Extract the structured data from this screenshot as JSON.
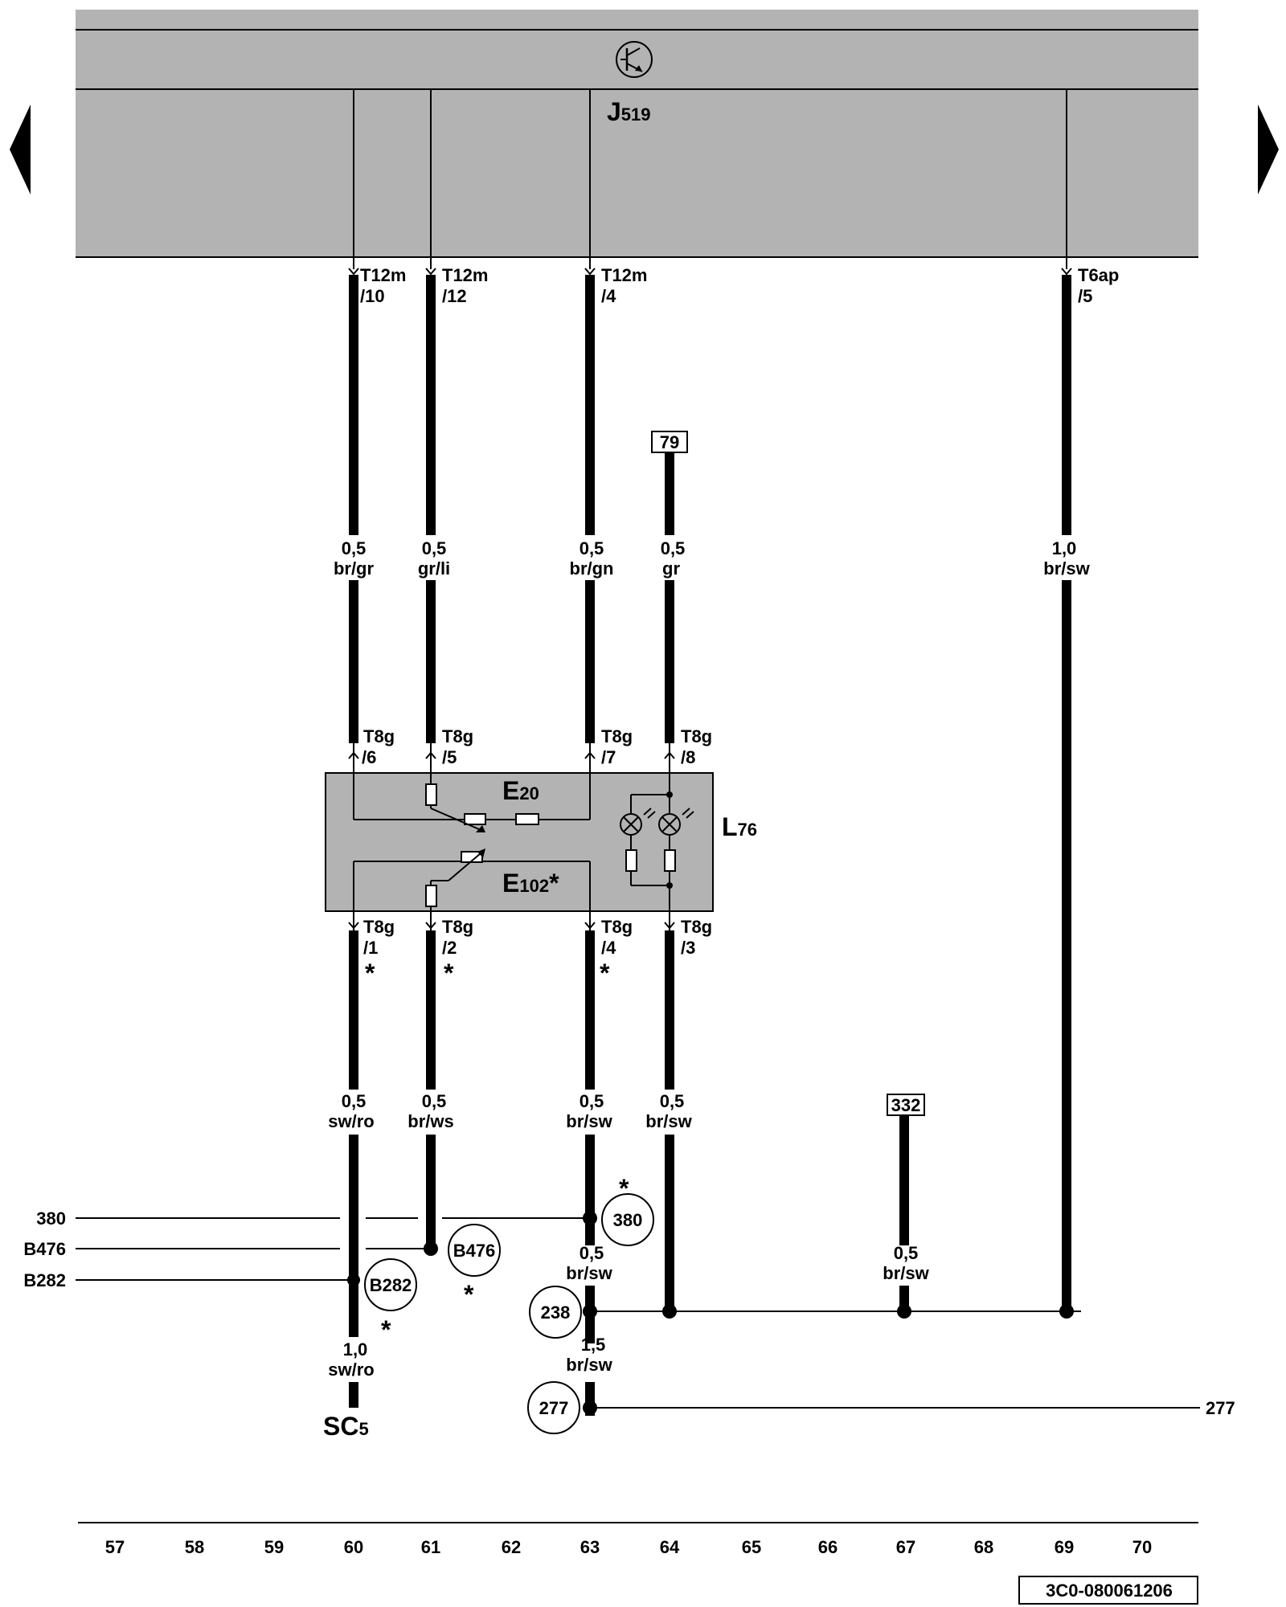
{
  "control_unit": {
    "code": "J",
    "sub": "519"
  },
  "switch_unit": {
    "e20_code": "E",
    "e20_sub": "20",
    "e102_code": "E",
    "e102_sub": "102",
    "e102_mark": "*",
    "l76_code": "L",
    "l76_sub": "76"
  },
  "top_connectors": [
    {
      "line1": "T12m",
      "line2": "/10"
    },
    {
      "line1": "T12m",
      "line2": "/12"
    },
    {
      "line1": "T12m",
      "line2": "/4"
    },
    {
      "line1": "T6ap",
      "line2": "/5"
    }
  ],
  "box_top_pins": [
    {
      "line1": "T8g",
      "line2": "/6"
    },
    {
      "line1": "T8g",
      "line2": "/5"
    },
    {
      "line1": "T8g",
      "line2": "/7"
    },
    {
      "line1": "T8g",
      "line2": "/8"
    }
  ],
  "box_bottom_pins": [
    {
      "line1": "T8g",
      "line2": "/1",
      "mark": "*"
    },
    {
      "line1": "T8g",
      "line2": "/2",
      "mark": "*"
    },
    {
      "line1": "T8g",
      "line2": "/4",
      "mark": "*"
    },
    {
      "line1": "T8g",
      "line2": "/3",
      "mark": ""
    }
  ],
  "upper_wires": [
    {
      "size": "0,5",
      "color": "br/gr"
    },
    {
      "size": "0,5",
      "color": "gr/li"
    },
    {
      "size": "0,5",
      "color": "br/gn"
    },
    {
      "size": "0,5",
      "color": "gr"
    },
    {
      "size": "1,0",
      "color": "br/sw"
    }
  ],
  "lower_wires": [
    {
      "size": "0,5",
      "color": "sw/ro"
    },
    {
      "size": "0,5",
      "color": "br/ws"
    },
    {
      "size": "0,5",
      "color": "br/sw"
    },
    {
      "size": "0,5",
      "color": "br/sw"
    }
  ],
  "extra_wires": [
    {
      "size": "0,5",
      "color": "br/sw"
    },
    {
      "size": "0,5",
      "color": "br/sw"
    },
    {
      "size": "1,5",
      "color": "br/sw"
    },
    {
      "size": "1,0",
      "color": "sw/ro"
    }
  ],
  "boxed_refs": [
    "79",
    "332"
  ],
  "circle_refs": [
    "380",
    "B476",
    "B282",
    "238",
    "277"
  ],
  "circle_marks": [
    "*",
    "*",
    "*"
  ],
  "left_refs": [
    "380",
    "B476",
    "B282"
  ],
  "right_ref": "277",
  "bottom_connector": {
    "code": "SC",
    "sub": "5"
  },
  "track_numbers": [
    "57",
    "58",
    "59",
    "60",
    "61",
    "62",
    "63",
    "64",
    "65",
    "66",
    "67",
    "68",
    "69",
    "70"
  ],
  "document_number": "3C0-080061206",
  "icons": [
    "nav-prev-icon",
    "nav-next-icon",
    "relay-transistor-icon",
    "lamp-icon",
    "resistor-icon",
    "potentiometer-icon"
  ]
}
